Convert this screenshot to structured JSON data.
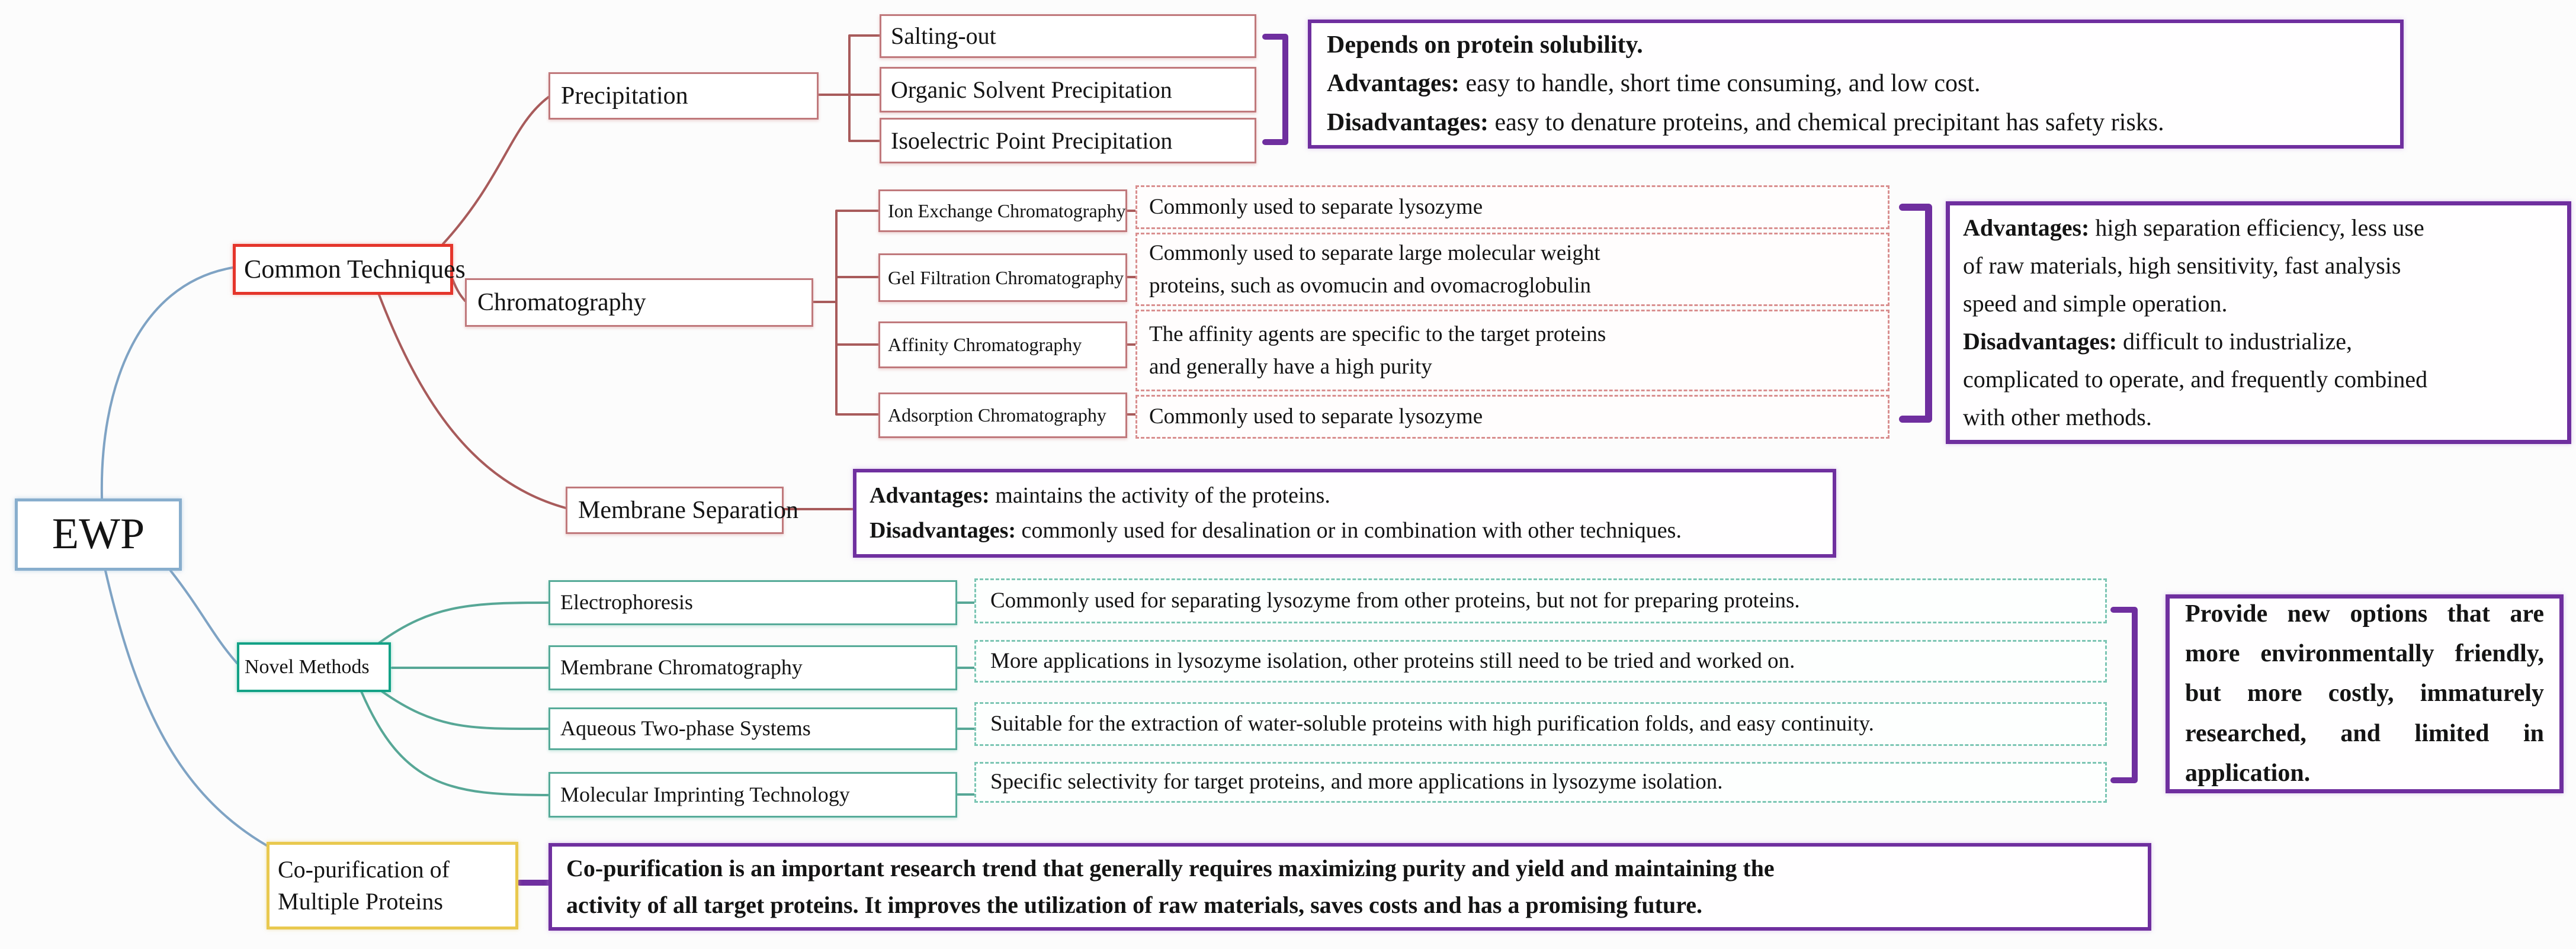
{
  "colors": {
    "blue": "#88aecd",
    "blueLine": "#7fa3c4",
    "red": "#e5352b",
    "redLine": "#a85b5b",
    "rose": "#c0797c",
    "roseDash": "#d98f8f",
    "teal": "#13a286",
    "tealSub": "#57ab99",
    "tealDash": "#7cc6b4",
    "tealLine": "#57a796",
    "yellow": "#e9c94f",
    "purple": "#6f2f9f"
  },
  "nodes": {
    "ewp": "EWP",
    "common_techniques": "Common Techniques",
    "precipitation": "Precipitation",
    "salting_out": "Salting-out",
    "organic_solvent": "Organic Solvent Precipitation",
    "isoelectric": "Isoelectric Point Precipitation",
    "chromatography": "Chromatography",
    "ion_exchange": "Ion Exchange Chromatography",
    "gel_filtration": "Gel Filtration Chromatography",
    "affinity": "Affinity Chromatography",
    "adsorption": "Adsorption Chromatography",
    "membrane_separation": "Membrane Separation",
    "novel_methods": "Novel Methods",
    "electrophoresis": "Electrophoresis",
    "membrane_chromatography": "Membrane Chromatography",
    "aqueous_two_phase": "Aqueous Two-phase Systems",
    "molecular_imprinting": "Molecular Imprinting Technology",
    "co_purification": "Co-purification of\nMultiple Proteins"
  },
  "descriptions": {
    "ion_exchange": "Commonly used to separate lysozyme",
    "gel_filtration": "Commonly used to separate large molecular weight\nproteins, such as ovomucin and ovomacroglobulin",
    "affinity": "The affinity agents are specific to the target proteins\nand generally have a high purity",
    "adsorption": "Commonly used to separate lysozyme",
    "electrophoresis": "Commonly used for separating lysozyme from other proteins, but not for preparing proteins.",
    "membrane_chromatography": "More applications in lysozyme isolation, other proteins still need to be tried and worked on.",
    "aqueous_two_phase": "Suitable for the extraction of water-soluble proteins with high purification folds, and easy continuity.",
    "molecular_imprinting": "Specific selectivity for target proteins, and more applications in lysozyme isolation."
  },
  "notes": {
    "precipitation": {
      "title": "Depends on protein solubility.",
      "adv_label": "Advantages:",
      "adv_text": " easy to handle, short time consuming, and low cost.",
      "dis_label": "Disadvantages:",
      "dis_text": " easy to denature proteins, and chemical precipitant has safety risks."
    },
    "chromatography": {
      "adv_label": "Advantages:",
      "adv_text": " high separation efficiency, less use\nof raw materials, high sensitivity, fast analysis\nspeed and simple operation.",
      "dis_label": "Disadvantages:",
      "dis_text": " difficult to industrialize,\ncomplicated to operate, and frequently combined\nwith other methods."
    },
    "membrane": {
      "adv_label": "Advantages:",
      "adv_text": " maintains the activity of the proteins.",
      "dis_label": "Disadvantages:",
      "dis_text": " commonly used for desalination or in combination with other techniques."
    },
    "novel": {
      "text": "Provide new options that are more environmentally friendly, but more costly, immaturely researched, and limited in application."
    },
    "co_purification": {
      "text": "Co-purification is an important research trend that generally requires maximizing purity and yield and maintaining the\nactivity of all target proteins. It improves the utilization of raw materials, saves costs and has a promising future."
    }
  }
}
